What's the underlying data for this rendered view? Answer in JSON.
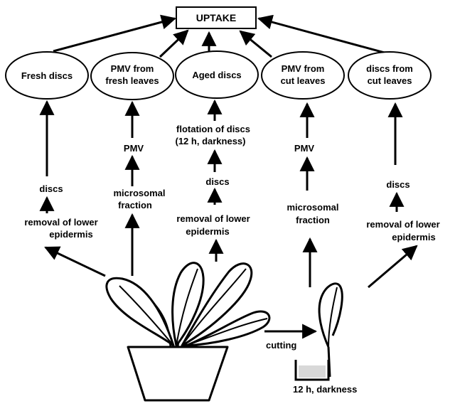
{
  "uptake": "UPTAKE",
  "preparations": [
    {
      "line1": "Fresh discs",
      "line2": ""
    },
    {
      "line1": "PMV from",
      "line2": "fresh leaves"
    },
    {
      "line1": "Aged discs",
      "line2": ""
    },
    {
      "line1": "PMV from",
      "line2": "cut leaves"
    },
    {
      "line1": "discs from",
      "line2": "cut leaves"
    }
  ],
  "col1": {
    "step1_line1": "removal of lower",
    "step1_line2": "epidermis",
    "step2": "discs"
  },
  "col2": {
    "step1_line1": "microsomal",
    "step1_line2": "fraction",
    "step2": "PMV"
  },
  "col3": {
    "step1_line1": "removal of lower",
    "step1_line2": "epidermis",
    "step2": "discs",
    "step3_line1": "flotation of discs",
    "step3_line2": "(12 h, darkness)"
  },
  "col4": {
    "step1_line1": "microsomal",
    "step1_line2": "fraction",
    "step2": "PMV"
  },
  "col5": {
    "step1_line1": "removal of lower",
    "step1_line2": "epidermis",
    "step2": "discs"
  },
  "cutting": "cutting",
  "cut_condition": "12 h, darkness"
}
